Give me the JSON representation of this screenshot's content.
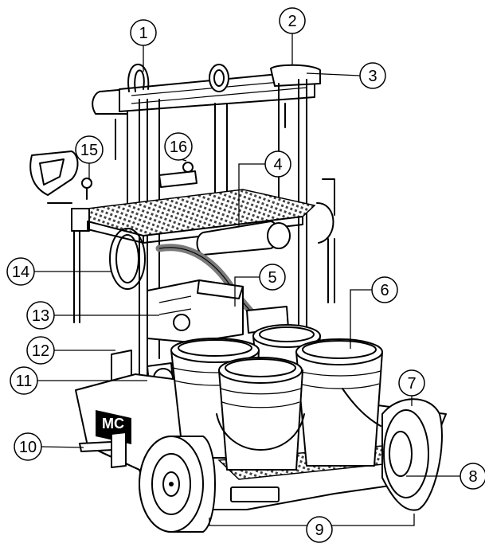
{
  "diagram": {
    "callouts": [
      {
        "id": "c1",
        "label": "1"
      },
      {
        "id": "c2",
        "label": "2"
      },
      {
        "id": "c3",
        "label": "3"
      },
      {
        "id": "c4",
        "label": "4"
      },
      {
        "id": "c5",
        "label": "5"
      },
      {
        "id": "c6",
        "label": "6"
      },
      {
        "id": "c7",
        "label": "7"
      },
      {
        "id": "c8",
        "label": "8"
      },
      {
        "id": "c9",
        "label": "9"
      },
      {
        "id": "c10",
        "label": "10"
      },
      {
        "id": "c11",
        "label": "11"
      },
      {
        "id": "c12",
        "label": "12"
      },
      {
        "id": "c13",
        "label": "13"
      },
      {
        "id": "c14",
        "label": "14"
      },
      {
        "id": "c15",
        "label": "15"
      },
      {
        "id": "c16",
        "label": "16"
      }
    ],
    "logo_text": "MC",
    "colors": {
      "line": "#000000",
      "fill": "#ffffff",
      "hose": "#7a7a7a",
      "grate": "#444444"
    }
  }
}
